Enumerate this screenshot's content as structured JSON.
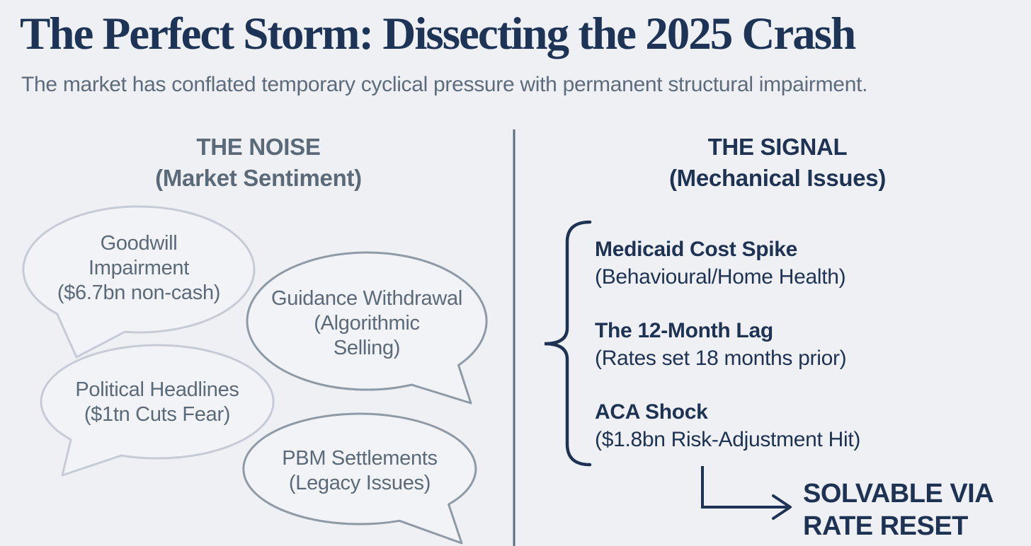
{
  "page": {
    "title": "The Perfect Storm: Dissecting the 2025 Crash",
    "subtitle": "The market has conflated temporary cyclical pressure with permanent structural impairment."
  },
  "colors": {
    "background": "#eef0f4",
    "navy": "#1e3354",
    "slate_heading": "#5b6a78",
    "bubble_text": "#5b6a79",
    "bubble_border_light": "#c6cbd5",
    "bubble_border_dark": "#8f9aa7",
    "divider": "#5d6b7b"
  },
  "noise": {
    "heading": "THE NOISE",
    "subheading": "(Market Sentiment)",
    "bubbles": [
      {
        "lines": [
          "Goodwill",
          "Impairment",
          "($6.7bn non-cash)"
        ]
      },
      {
        "lines": [
          "Guidance Withdrawal",
          "(Algorithmic",
          "Selling)"
        ]
      },
      {
        "lines": [
          "Political Headlines",
          "($1tn Cuts Fear)"
        ]
      },
      {
        "lines": [
          "PBM Settlements",
          "(Legacy Issues)"
        ]
      }
    ]
  },
  "signal": {
    "heading": "THE SIGNAL",
    "subheading": "(Mechanical Issues)",
    "items": [
      {
        "title": "Medicaid Cost Spike",
        "detail": "(Behavioural/Home Health)"
      },
      {
        "title": "The 12-Month Lag",
        "detail": "(Rates set 18 months prior)"
      },
      {
        "title": "ACA Shock",
        "detail": "($1.8bn Risk-Adjustment Hit)"
      }
    ],
    "outcome_lines": [
      "SOLVABLE VIA",
      "RATE RESET"
    ]
  }
}
